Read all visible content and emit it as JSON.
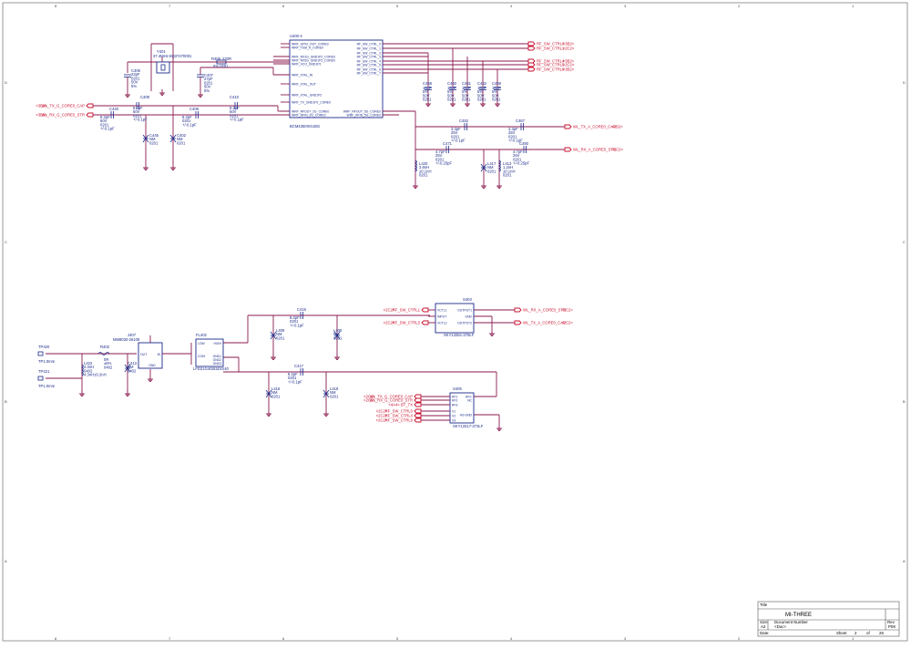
{
  "title_block": {
    "title_label": "Title",
    "title": "MI-THREE",
    "size_label": "Size",
    "size": "A2",
    "doc_label": "Document Number",
    "doc": "<Doc>",
    "rev_label": "Rev",
    "rev": "P09",
    "date_label": "Date:",
    "sheet_label": "Sheet",
    "sheet": "2",
    "of_label": "of",
    "sheet_total": "26"
  },
  "chip_u400": {
    "ref": "U400-4",
    "part": "BCM4350XKUBG",
    "left_pins": [
      "WRF_GPIO_OUT_CORE0",
      "WRF_TSSI_A_CORE0",
      "WRF_RX2G_GND1P2_CORE0",
      "WRF_RX5G_GND1P2_CORE0",
      "WRF_VCO_GND1P2",
      "WRF_XTAL_IN",
      "WRF_XTAL_OUT",
      "WRF_XTAL_GND1P2",
      "WRF_TX_GND1P2_CORE0",
      "WRF_RFOUT_2G_CORE0",
      "WRF_RFIN_2G_CORE0"
    ],
    "right_pins": [
      "RF_SW_CTRL_0",
      "RF_SW_CTRL_1",
      "RF_SW_CTRL_2",
      "RF_SW_CTRL_3",
      "RF_SW_CTRL_4",
      "RF_SW_CTRL_5",
      "RF_SW_CTRL_6",
      "RF_SW_CTRL_7",
      "WRF_RFOUT_5G_CORE0",
      "WRF_RFIN_5G_CORE0"
    ]
  },
  "ctrl_nets": [
    {
      "name": "RF_SW_CTRL0",
      "ref": "<3B2>"
    },
    {
      "name": "RF_SW_CTRL1",
      "ref": "<2C2>"
    },
    {
      "name": "RF_SW_CTRL4",
      "ref": "<3B2>"
    },
    {
      "name": "RF_SW_CTRL5",
      "ref": "<2C2>"
    },
    {
      "name": "RF_SW_CTRL6",
      "ref": "<3B2>"
    }
  ],
  "left_nets": [
    {
      "ref": "<3B2>",
      "name": "WL_TX_G_CORE0_CAP"
    },
    {
      "ref": "<3B2>",
      "name": "WL_RX_G_CORE0_STR"
    }
  ],
  "right_nets": [
    {
      "name": "WL_TX_A_CORE0_CAP",
      "ref": "<3B2>"
    },
    {
      "name": "WL_RX_A_CORE0_STR",
      "ref": "<2C2>"
    }
  ],
  "crystal": {
    "ref": "Y401",
    "part": "37.4MHz-8Q37470001"
  },
  "cap_labels": {
    "c406": [
      "C406",
      "22pF",
      "0201",
      "50V",
      "5%"
    ],
    "c407": [
      "C407",
      "27pF",
      "0201",
      "50V",
      "5%"
    ],
    "r406": [
      "R406",
      "220R",
      "5% 0201"
    ],
    "c409": [
      "C409",
      "8.2pF",
      "50V",
      "0201",
      "+/-0.1pF"
    ],
    "c440": [
      "C440",
      "8.2pF",
      "50V",
      "0201",
      "+/-0.1pF"
    ],
    "c408": [
      "C408",
      "8.2pF",
      "0201",
      "+/-0.1pF"
    ],
    "c410": [
      "C410",
      "8.2pF",
      "50V",
      "0201",
      "+/-0.1pF"
    ],
    "c445": [
      "C445",
      "NM",
      "0201"
    ],
    "c402": [
      "C402",
      "NM",
      "0201"
    ],
    "c468": [
      "C468",
      "10pF",
      "5%",
      "50V",
      "0201"
    ],
    "c460": [
      "C460",
      "10pF",
      "5%",
      "50V",
      "0201"
    ],
    "c461": [
      "C461",
      "10pF",
      "5%",
      "50V",
      "0201"
    ],
    "c462": [
      "C462",
      "10pF",
      "5%",
      "50V",
      "0201"
    ],
    "c469": [
      "C469",
      "10pF",
      "5%",
      "50V",
      "0201"
    ],
    "c452": [
      "C452",
      "3.3pF",
      "25V",
      "0201",
      "+/-0.1pF"
    ],
    "c467": [
      "C467",
      "3.3pF",
      "25V",
      "0201",
      "+/-0.1pF"
    ],
    "c471": [
      "C471",
      "4.7pF",
      "25V",
      "0201",
      "+/-0.25pF"
    ],
    "c480": [
      "C480",
      "4.7pF",
      "25V",
      "0201",
      "+/-0.25pF"
    ],
    "l420": [
      "L420",
      "3.9nH",
      "±0.1nH",
      "0201"
    ],
    "l417": [
      "L417",
      "NM",
      "0201"
    ],
    "l413": [
      "L413",
      "1.2nH",
      "±0.1nH",
      "0201"
    ]
  },
  "switch_s403": {
    "ref": "S403",
    "part": "SKY13351-378LF",
    "left_pins": [
      "VCTL1",
      "INPUT",
      "VCTL2"
    ],
    "right_pins": [
      "OUTPUT1",
      "GND",
      "OUTPUT2"
    ],
    "left_nets": [
      {
        "ref": "<2C2>",
        "name": "RF_SW_CTRL1"
      },
      {
        "ref": "<2C2>",
        "name": "RF_SW_CTRL5"
      }
    ],
    "right_nets": [
      {
        "name": "WL_RX_A_CORE0_STR",
        "ref": "<2C2>"
      },
      {
        "name": "WL_TX_A_CORE0_CAP",
        "ref": "<2C2>"
      }
    ]
  },
  "switch_s405": {
    "ref": "S405",
    "part": "SKY13317-373LF",
    "left_pins": [
      "RF1",
      "RF2",
      "RF3",
      "V1",
      "V2",
      "V3"
    ],
    "right_pins": [
      "RFC",
      "NC",
      "HS-GND"
    ],
    "left_nets": [
      {
        "ref": "<2C2>",
        "name": "WL_TX_G_CORE0_CAP"
      },
      {
        "ref": "<2C2>",
        "name": "WL_RX_G_CORE0_STR"
      },
      {
        "ref": "<4A4>",
        "name": "BT_TX"
      },
      {
        "ref": "<2C2>",
        "name": "RF_SW_CTRL0"
      },
      {
        "ref": "<2C2>",
        "name": "RF_SW_CTRL4"
      },
      {
        "ref": "<2C2>",
        "name": "RF_SW_CTRL6"
      }
    ]
  },
  "diplexer": {
    "ref": "FL402",
    "part": "LFD21G4GB3Z4S40",
    "pins": [
      "LOW",
      "HIGH",
      "COM",
      "GND1",
      "GND2",
      "GND3"
    ]
  },
  "connector": {
    "ref": "J407",
    "part": "MM8030-26108",
    "pins": [
      "OUT",
      "IN",
      "GND"
    ]
  },
  "front_end": {
    "tp420": "TP420",
    "tp420_d": "TP1.0mm",
    "tp421": "TP421",
    "tp421_d": "TP1.0mm",
    "r402": [
      "R402",
      "0R",
      "±5%",
      "0402"
    ],
    "l422": [
      "L422",
      "4.3nH",
      "0402",
      "4.3nH±0.2nH"
    ],
    "c413": [
      "C413",
      "NM",
      "0402"
    ],
    "c416": [
      "C416",
      "8.2pF",
      "0201",
      "+/-0.1pF"
    ],
    "c417": [
      "C417",
      "8.2pF",
      "0201",
      "+/-0.1pF"
    ],
    "l409": [
      "L409",
      "NM",
      "0201"
    ],
    "l408": [
      "L408",
      "NM",
      "0201"
    ],
    "l416": [
      "L416",
      "NM",
      "0201"
    ],
    "l418": [
      "L418",
      "NM",
      "0201"
    ]
  },
  "grid": {
    "cols": [
      "8",
      "7",
      "6",
      "5",
      "4",
      "3",
      "2",
      "1"
    ],
    "rows": [
      "D",
      "C",
      "B",
      "A"
    ]
  }
}
